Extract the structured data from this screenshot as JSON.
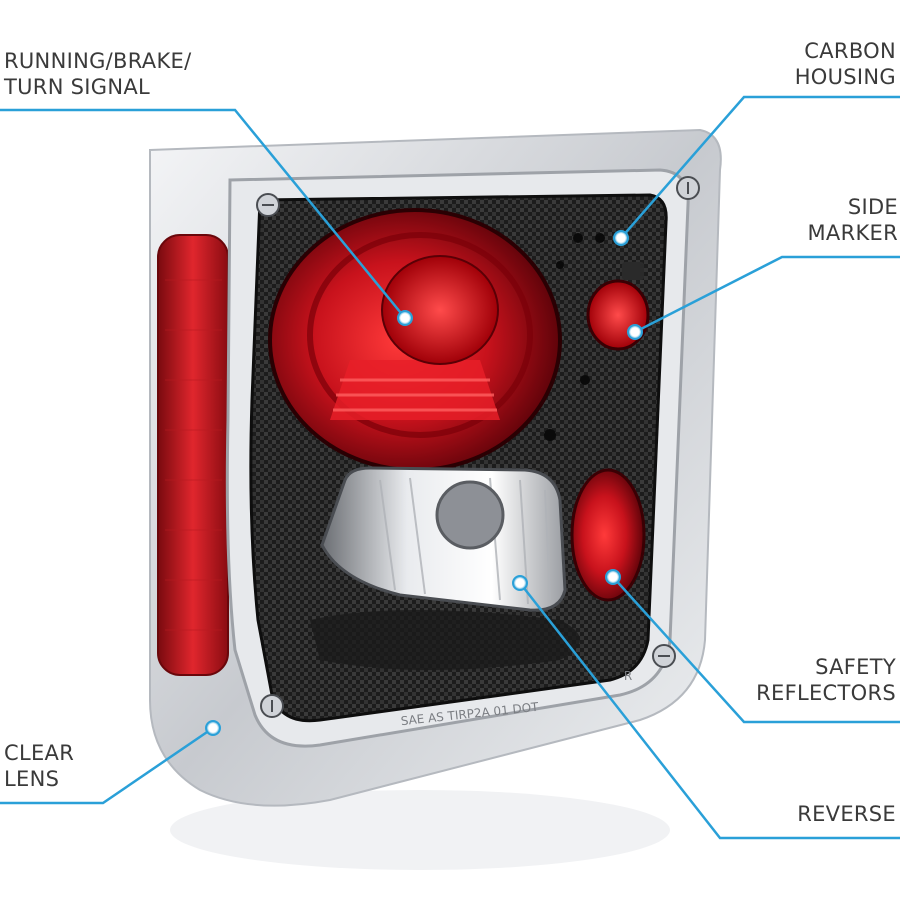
{
  "colors": {
    "callout_line": "#2aa0d8",
    "label_text": "#3a3a3a",
    "lens_red": "#c8121c",
    "housing_dark": "#1a1a1a",
    "chrome": "#d8dadd"
  },
  "labels": {
    "running_brake_turn": {
      "line1": "RUNNING/BRAKE/",
      "line2": "TURN SIGNAL"
    },
    "carbon_housing": {
      "line1": "CARBON",
      "line2": "HOUSING"
    },
    "side_marker": {
      "line1": "SIDE",
      "line2": "MARKER"
    },
    "safety_reflectors": {
      "line1": "SAFETY",
      "line2": "REFLECTORS"
    },
    "reverse": {
      "line1": "REVERSE"
    },
    "clear_lens": {
      "line1": "CLEAR",
      "line2": "LENS"
    }
  },
  "lamp": {
    "embossed_text": "SAE AS TIRP2A 01 DOT",
    "embossed_letter": "R"
  }
}
